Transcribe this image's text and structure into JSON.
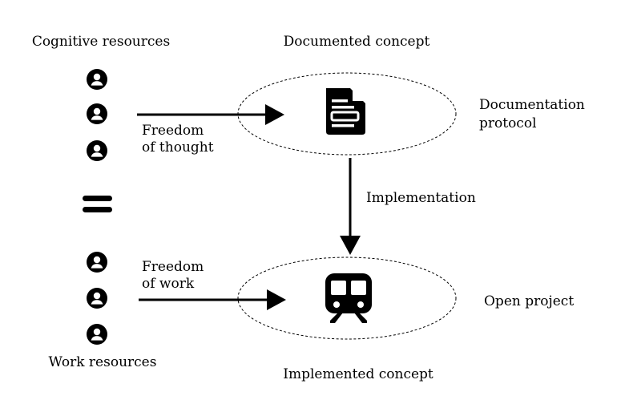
{
  "labels": {
    "cognitive_resources": "Cognitive resources",
    "documented_concept": "Documented concept",
    "documentation_protocol_line1": "Documentation",
    "documentation_protocol_line2": "protocol",
    "freedom_of_thought_line1": "Freedom",
    "freedom_of_thought_line2": "of thought",
    "implementation": "Implementation",
    "freedom_of_work_line1": "Freedom",
    "freedom_of_work_line2": "of work",
    "open_project": "Open project",
    "work_resources": "Work resources",
    "implemented_concept": "Implemented concept"
  },
  "icons": {
    "person": "person-circle-icon",
    "document": "document-icon",
    "train": "train-icon",
    "equals": "equals-icon"
  },
  "colors": {
    "ink": "#000000",
    "background": "#ffffff"
  }
}
